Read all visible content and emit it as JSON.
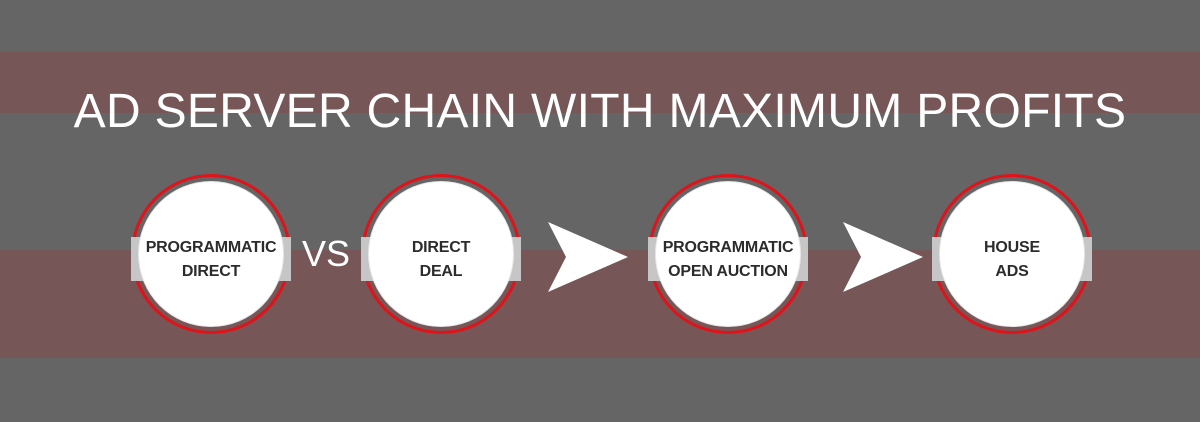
{
  "title": "AD SERVER CHAIN WITH MAXIMUM PROFITS",
  "connector_vs": "VS",
  "nodes": [
    {
      "line1": "PROGRAMMATIC",
      "line2": "DIRECT"
    },
    {
      "line1": "DIRECT",
      "line2": "DEAL"
    },
    {
      "line1": "PROGRAMMATIC",
      "line2": "OPEN AUCTION"
    },
    {
      "line1": "HOUSE",
      "line2": "ADS"
    }
  ],
  "colors": {
    "background": "#656565",
    "band": "#765656",
    "ring": "#e0121a",
    "text_light": "#ffffff",
    "text_dark": "#2c2c2c"
  }
}
